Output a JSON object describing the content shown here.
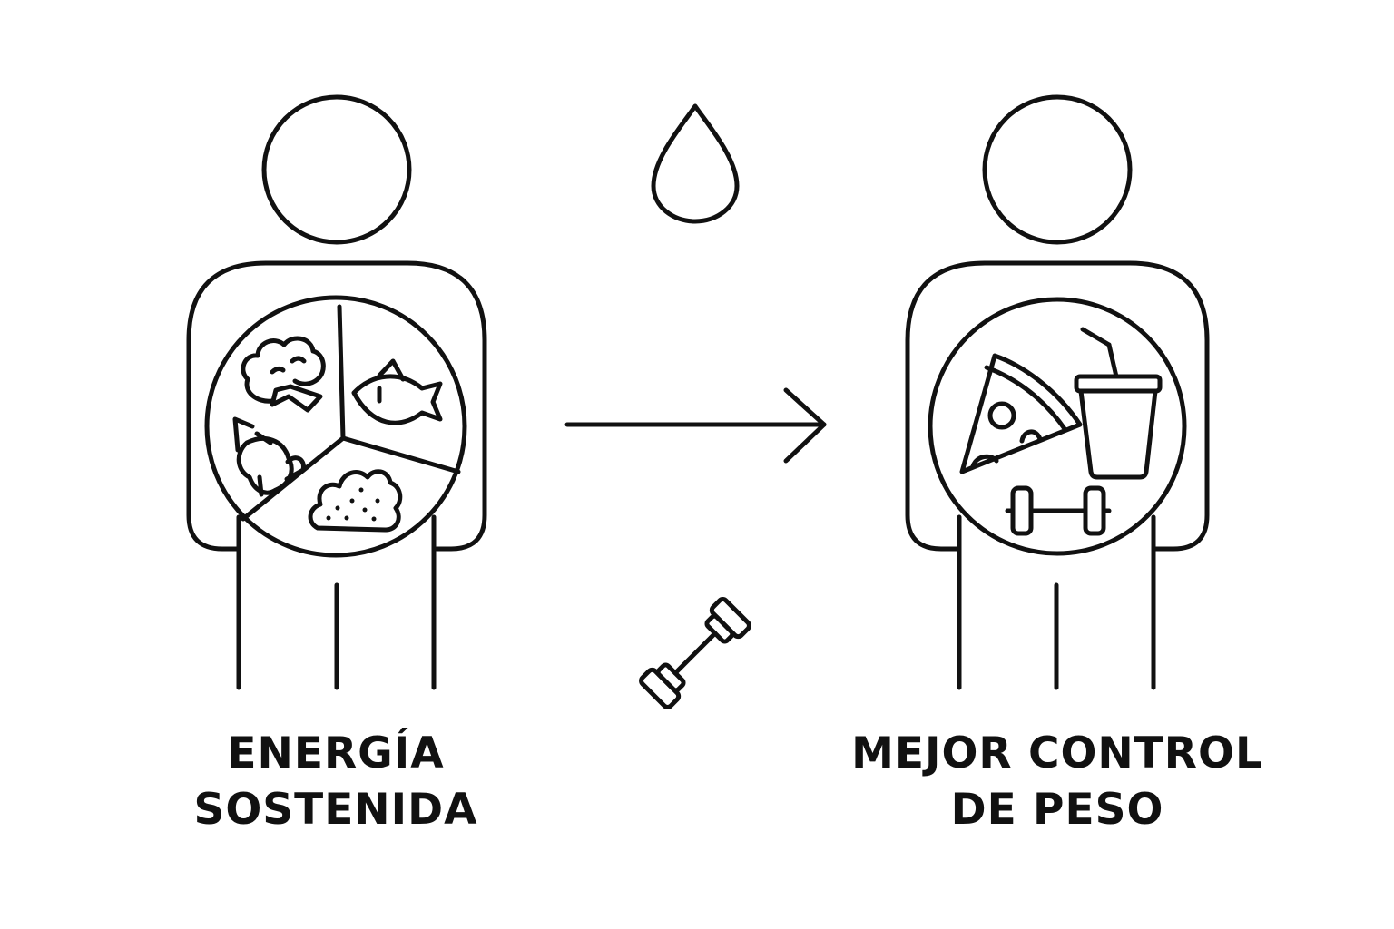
{
  "colors": {
    "background": "#ffffff",
    "ink": "#111111"
  },
  "left_figure": {
    "caption_lines": [
      "ENERGÍA",
      "SOSTENIDA"
    ],
    "plate_icons": [
      "broccoli-icon",
      "fish-icon",
      "chicken-leg-icon",
      "rice-icon"
    ]
  },
  "right_figure": {
    "caption_lines": [
      "MEJOR CONTROL",
      "DE PESO"
    ],
    "plate_icons": [
      "pizza-slice-icon",
      "soda-cup-icon",
      "dumbbell-icon"
    ]
  },
  "center_icons": [
    "water-drop-icon",
    "arrow-right-icon",
    "dumbbell-icon"
  ]
}
